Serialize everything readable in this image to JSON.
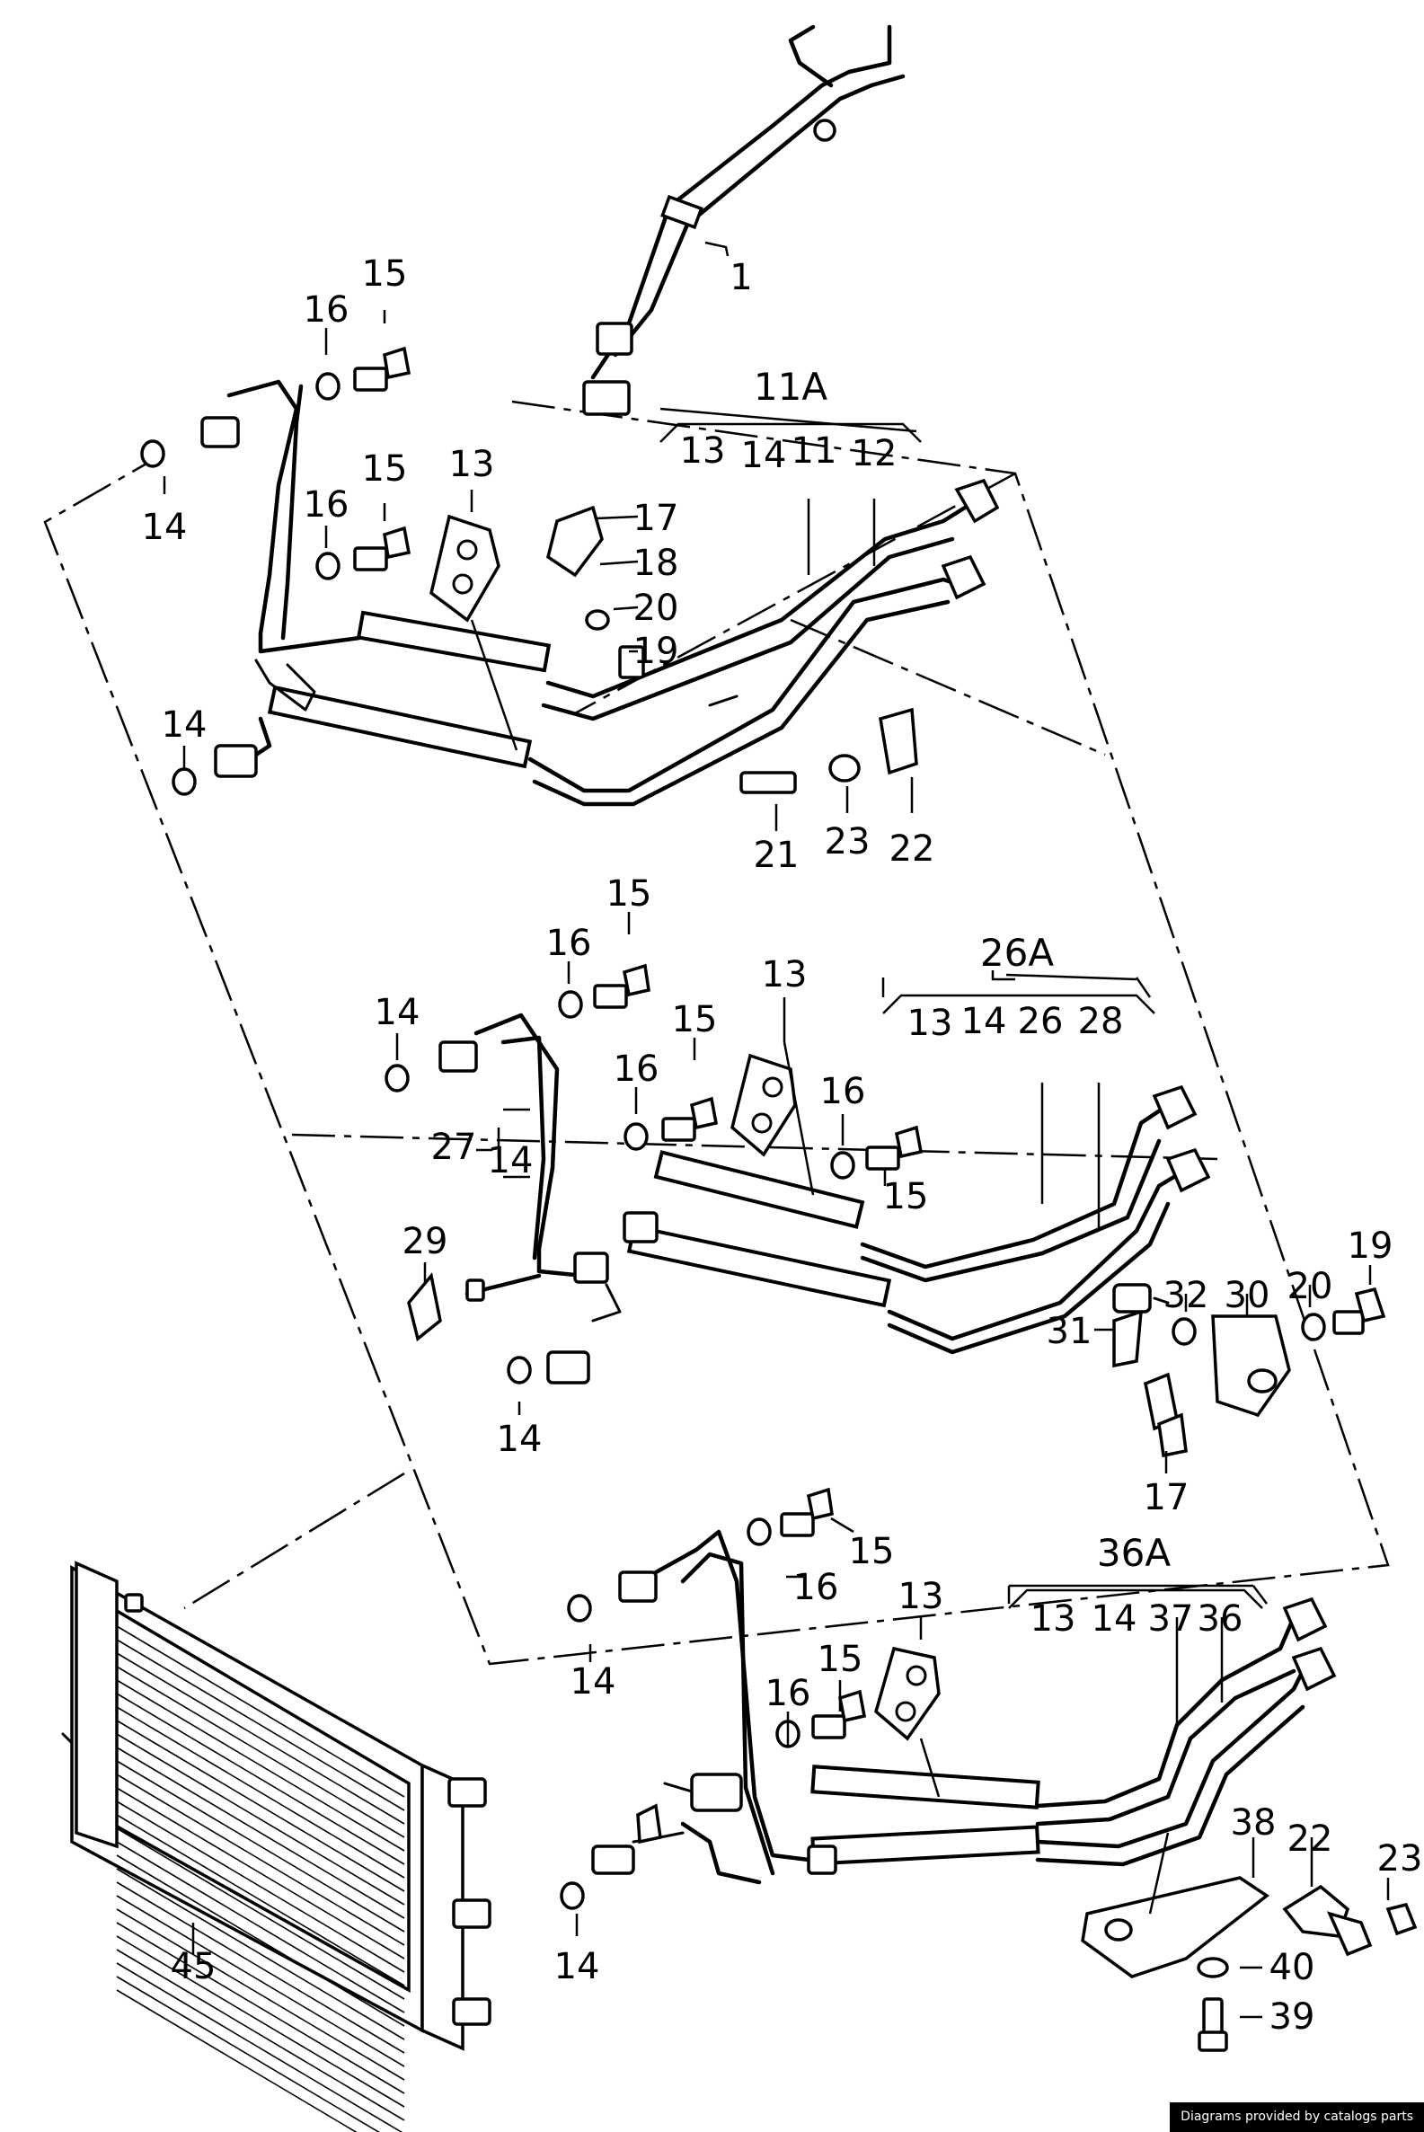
{
  "credit": "Diagrams provided by catalogs parts",
  "groups": {
    "g11A": {
      "label": "11A",
      "members": [
        "13",
        "14",
        "11",
        "12"
      ]
    },
    "g26A": {
      "label": "26A",
      "members": [
        "13",
        "14",
        "26",
        "28"
      ]
    },
    "g36A": {
      "label": "36A",
      "members": [
        "13",
        "14",
        "37",
        "36"
      ]
    }
  },
  "callouts": {
    "c1": "1",
    "c15a": "15",
    "c16a": "16",
    "c14a": "14",
    "c15b": "15",
    "c16b": "16",
    "c13a": "13",
    "c17a": "17",
    "c18": "18",
    "c20a": "20",
    "c19a": "19",
    "c14b": "14",
    "c21": "21",
    "c23a": "23",
    "c22a": "22",
    "c15c": "15",
    "c16c": "16",
    "c14c": "14",
    "c13b": "13",
    "c15d": "15",
    "c16d": "16",
    "c16e": "16",
    "c15e": "15",
    "c27": "27",
    "c14d": "14",
    "c29": "29",
    "c14e": "14",
    "c32": "32",
    "c30": "30",
    "c20b": "20",
    "c19b": "19",
    "c31": "31",
    "c17b": "17",
    "c15f": "15",
    "c16f": "16",
    "c14f": "14",
    "c13c": "13",
    "c15g": "15",
    "c16g": "16",
    "c45": "45",
    "c14g": "14",
    "c38": "38",
    "c22b": "22",
    "c23b": "23",
    "c40": "40",
    "c39": "39"
  }
}
